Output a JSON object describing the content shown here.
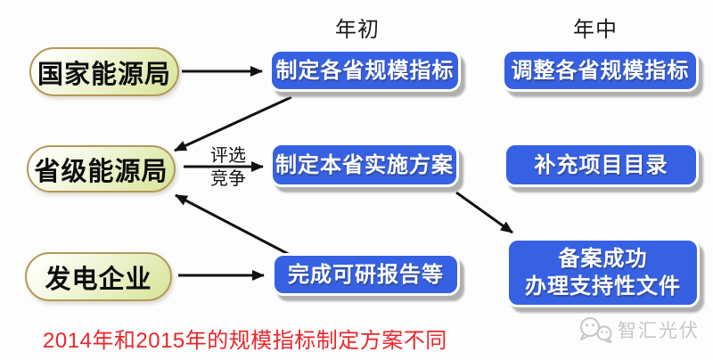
{
  "headers": {
    "year_start": "年初",
    "mid_year": "年中"
  },
  "actors": [
    {
      "label": "国家能源局"
    },
    {
      "label": "省级能源局"
    },
    {
      "label": "发电企业"
    }
  ],
  "boxes": {
    "year_start": [
      {
        "label": "制定各省规模指标"
      },
      {
        "label": "制定本省实施方案"
      },
      {
        "label": "完成可研报告等"
      }
    ],
    "mid_year": [
      {
        "label": "调整各省规模指标"
      },
      {
        "label": "补充项目目录"
      },
      {
        "line1": "备案成功",
        "line2": "办理支持性文件"
      }
    ]
  },
  "arrow_label": {
    "line1": "评选",
    "line2": "竞争"
  },
  "footnote": "2014年和2015年的规模指标制定方案不同",
  "watermark": {
    "brand": "智汇光伏",
    "icon": "wechat-bubbles-icon"
  },
  "colors": {
    "box_blue": "#3761e3",
    "box_shadow": "#b0b0b0",
    "oval_fill_light": "#fdfef6",
    "oval_fill_dark": "#d9e59c",
    "oval_border": "#b5985a",
    "footnote_red": "#e8272c",
    "arrow_black": "#111111",
    "watermark_gray": "#c6c6c6",
    "background": "#fdfdfd"
  }
}
